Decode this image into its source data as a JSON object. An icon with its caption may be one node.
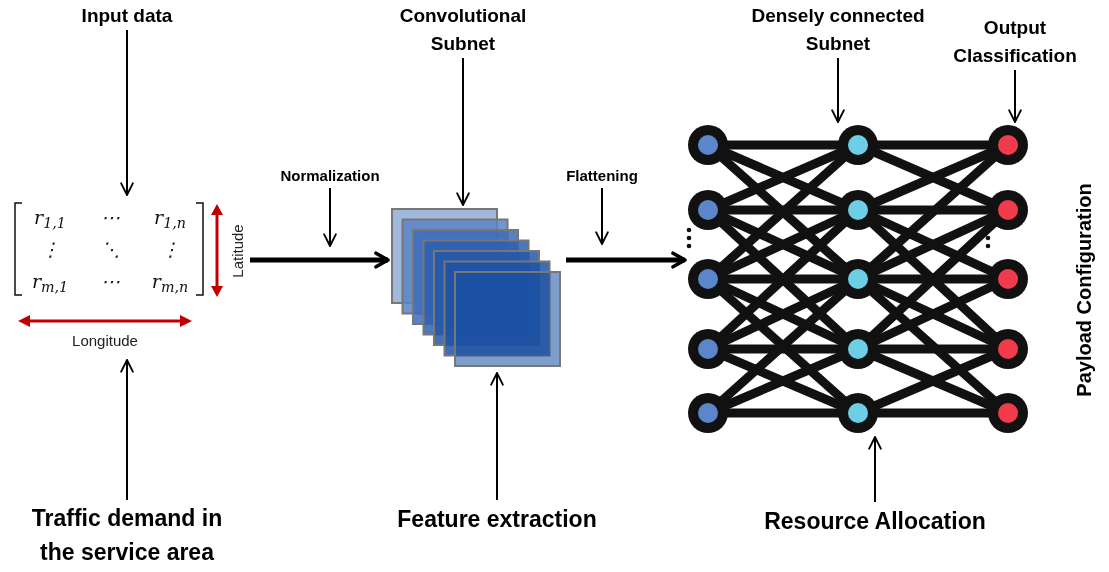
{
  "diagram": {
    "nodes": [
      {
        "text": [
          "Input data"
        ]
      },
      {
        "text": [],
        "shape": "picture"
      },
      {
        "text": [
          "Traffic demand in the service area"
        ]
      },
      {
        "text": [
          "Normalization"
        ]
      },
      {
        "text": [
          "Convolutional Subnet"
        ]
      },
      {
        "text": [],
        "shape": "picture"
      },
      {
        "text": [
          "Feature extraction"
        ]
      },
      {
        "text": [
          "Flattening"
        ]
      },
      {
        "text": [],
        "shape": "picture"
      },
      {
        "text": [
          "Densely connected Subnet"
        ]
      },
      {
        "text": [
          "Output Classification"
        ]
      },
      {
        "text": [
          "Resource Allocation"
        ]
      }
    ],
    "edges": [
      {
        "from": 0,
        "to": 1,
        "arrow": "to"
      },
      {
        "from": 2,
        "to": 1,
        "arrow": "to"
      },
      {
        "from": 3,
        "to": null,
        "arrow": "to"
      },
      {
        "from": 1,
        "to": 5,
        "arrow": "to",
        "style": "thick"
      },
      {
        "from": 4,
        "to": 5,
        "arrow": "to"
      },
      {
        "from": 6,
        "to": 5,
        "arrow": "to"
      },
      {
        "from": 7,
        "to": null,
        "arrow": "to"
      },
      {
        "from": 5,
        "to": 8,
        "arrow": "to",
        "style": "thick"
      },
      {
        "from": 9,
        "to": 8,
        "arrow": "to"
      },
      {
        "from": 10,
        "to": 8,
        "arrow": "to"
      },
      {
        "from": 11,
        "to": 8,
        "arrow": "to"
      }
    ],
    "labels": [
      "r$_{1,1}$",
      "⋯",
      "r$_{1,n}$",
      "⋮",
      "⋱",
      "⋮",
      "r$_{m,1}$",
      "⋯",
      "r$_{m,n}$",
      "Latitude",
      "Longitude",
      "Payload Configuration"
    ]
  }
}
